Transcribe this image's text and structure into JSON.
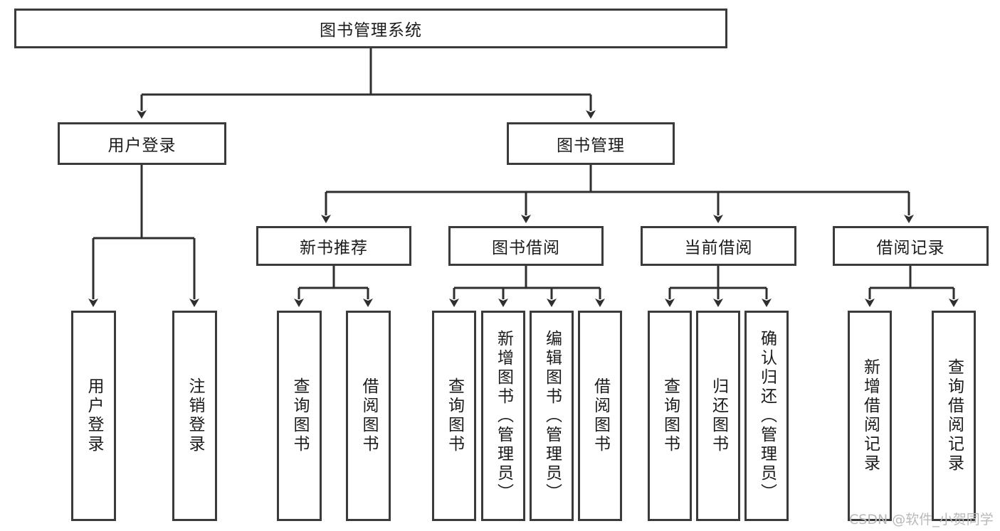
{
  "diagram": {
    "title": "图书管理系统",
    "watermark": "CSDN @软件_小贺同学",
    "line_color": "#3b3b3b",
    "text_color": "#1b1b1b",
    "background": "#ffffff",
    "root": {
      "label": "图书管理系统"
    },
    "level1": [
      {
        "label": "用户登录"
      },
      {
        "label": "图书管理"
      }
    ],
    "level2": [
      {
        "label": "新书推荐"
      },
      {
        "label": "图书借阅"
      },
      {
        "label": "当前借阅"
      },
      {
        "label": "借阅记录"
      }
    ],
    "leaves": [
      {
        "label": "用户登录",
        "parent": "用户登录"
      },
      {
        "label": "注销登录",
        "parent": "用户登录"
      },
      {
        "label": "查询图书",
        "parent": "新书推荐"
      },
      {
        "label": "借阅图书",
        "parent": "新书推荐"
      },
      {
        "label": "查询图书",
        "parent": "图书借阅"
      },
      {
        "label": "新增图书（管理员）",
        "parent": "图书借阅"
      },
      {
        "label": "编辑图书（管理员）",
        "parent": "图书借阅"
      },
      {
        "label": "借阅图书",
        "parent": "图书借阅"
      },
      {
        "label": "查询图书",
        "parent": "当前借阅"
      },
      {
        "label": "归还图书",
        "parent": "当前借阅"
      },
      {
        "label": "确认归还（管理员）",
        "parent": "当前借阅"
      },
      {
        "label": "新增借阅记录",
        "parent": "借阅记录"
      },
      {
        "label": "查询借阅记录",
        "parent": "借阅记录"
      }
    ]
  }
}
